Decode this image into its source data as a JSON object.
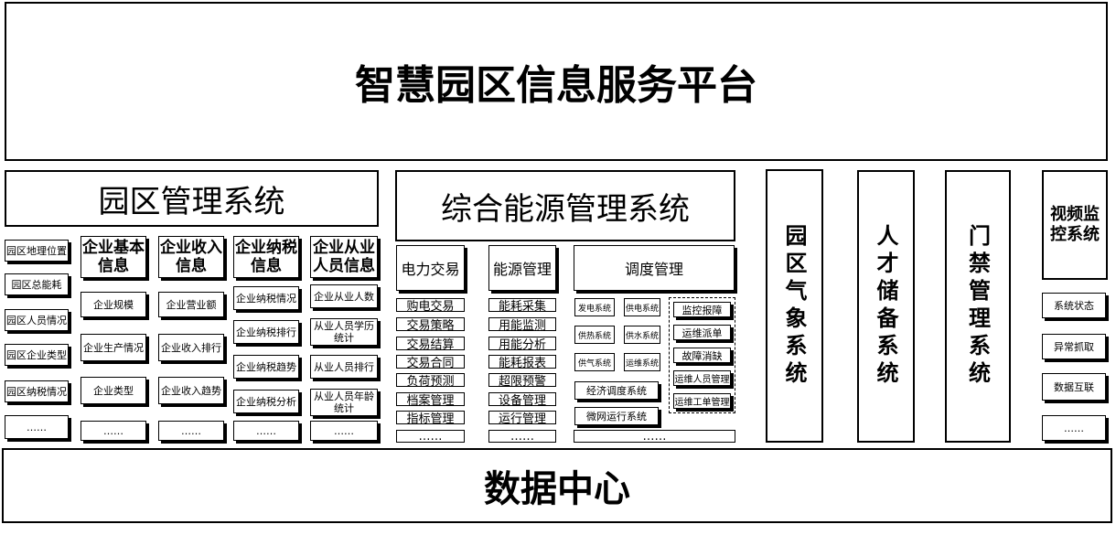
{
  "title": "智慧园区信息服务平台",
  "footer": "数据中心",
  "park": {
    "title": "园区管理系统",
    "left_items": [
      "园区地理位置",
      "园区总能耗",
      "园区人员情况",
      "园区企业类型",
      "园区纳税情况",
      "……"
    ],
    "columns": [
      {
        "header": "企业基本信息",
        "items": [
          "企业规模",
          "企业生产情况",
          "企业类型",
          "……"
        ]
      },
      {
        "header": "企业收入信息",
        "items": [
          "企业营业额",
          "企业收入排行",
          "企业收入趋势",
          "……"
        ]
      },
      {
        "header": "企业纳税信息",
        "items": [
          "企业纳税情况",
          "企业纳税排行",
          "企业纳税趋势",
          "企业纳税分析",
          "……"
        ]
      },
      {
        "header": "企业从业人员信息",
        "items": [
          "企业从业人数",
          "从业人员学历统计",
          "从业人员排行",
          "从业人员年龄统计",
          "……"
        ]
      }
    ]
  },
  "energy": {
    "title": "综合能源管理系统",
    "power": {
      "header": "电力交易",
      "items": [
        "购电交易",
        "交易策略",
        "交易结算",
        "交易合同",
        "负荷预测",
        "档案管理",
        "指标管理",
        "……"
      ]
    },
    "mgmt": {
      "header": "能源管理",
      "items": [
        "能耗采集",
        "用能监测",
        "用能分析",
        "能耗报表",
        "超限预警",
        "设备管理",
        "运行管理",
        "……"
      ]
    },
    "dispatch": {
      "header": "调度管理",
      "grid": [
        "发电系统",
        "供电系统",
        "供热系统",
        "供水系统",
        "供气系统",
        "运维系统"
      ],
      "wide": [
        "经济调度系统",
        "微网运行系统"
      ],
      "ops": [
        "监控报障",
        "运维派单",
        "故障消缺",
        "运维人员管理",
        "运维工单管理"
      ],
      "more": "……"
    }
  },
  "weather": "园区气象系统",
  "talent": "人才储备系统",
  "access": "门禁管理系统",
  "video": {
    "title": "视频监控系统",
    "items": [
      "系统状态",
      "异常抓取",
      "数据互联",
      "……"
    ]
  }
}
